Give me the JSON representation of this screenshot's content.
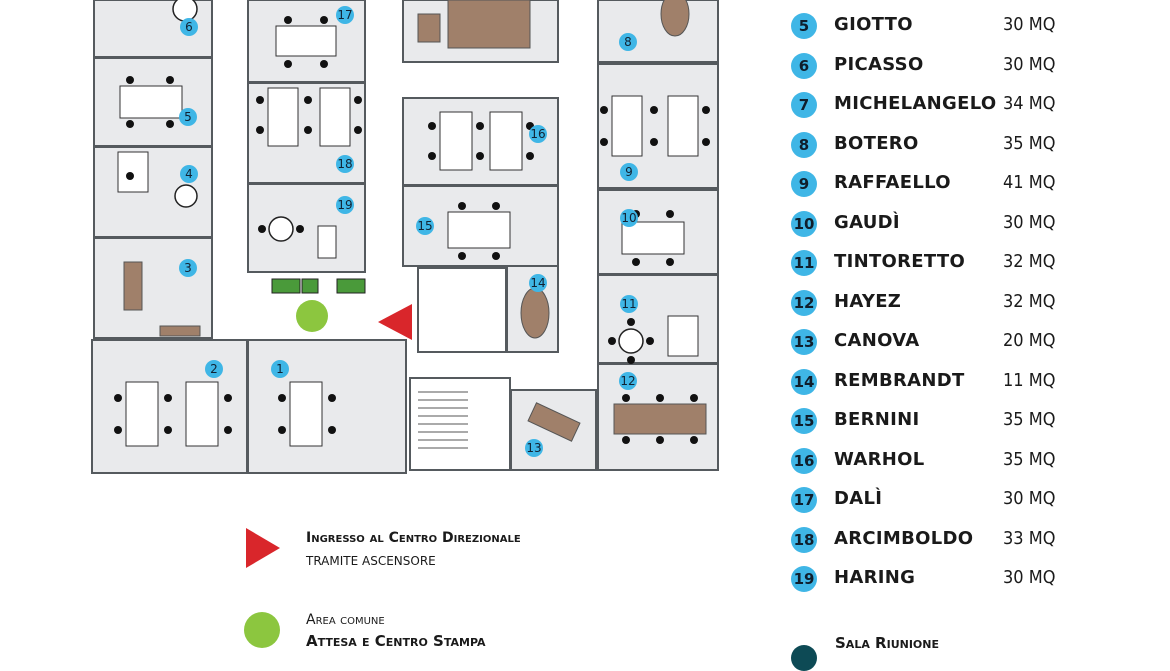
{
  "rooms_legend": [
    {
      "number": "5",
      "name": "GIOTTO",
      "size": "30 MQ"
    },
    {
      "number": "6",
      "name": "PICASSO",
      "size": "30 MQ"
    },
    {
      "number": "7",
      "name": "MICHELANGELO",
      "size": "34 MQ"
    },
    {
      "number": "8",
      "name": "BOTERO",
      "size": "35 MQ"
    },
    {
      "number": "9",
      "name": "RAFFAELLO",
      "size": "41 MQ"
    },
    {
      "number": "10",
      "name": "GAUDÌ",
      "size": "30 MQ"
    },
    {
      "number": "11",
      "name": "TINTORETTO",
      "size": "32 MQ"
    },
    {
      "number": "12",
      "name": "HAYEZ",
      "size": "32 MQ"
    },
    {
      "number": "13",
      "name": "CANOVA",
      "size": "20 MQ"
    },
    {
      "number": "14",
      "name": "REMBRANDT",
      "size": "11 MQ"
    },
    {
      "number": "15",
      "name": "BERNINI",
      "size": "35 MQ"
    },
    {
      "number": "16",
      "name": "WARHOL",
      "size": "35 MQ"
    },
    {
      "number": "17",
      "name": "DALÌ",
      "size": "30 MQ"
    },
    {
      "number": "18",
      "name": "ARCIMBOLDO",
      "size": "33 MQ"
    },
    {
      "number": "19",
      "name": "HARING",
      "size": "30 MQ"
    }
  ],
  "plan_labels": [
    "1",
    "2",
    "3",
    "4",
    "5",
    "6",
    "8",
    "9",
    "10",
    "11",
    "12",
    "13",
    "14",
    "15",
    "16",
    "17",
    "18",
    "19"
  ],
  "key": {
    "entrance": {
      "line1": "Ingresso al Centro Direzionale",
      "line2": "tramite ascensore",
      "color": "#d9262b"
    },
    "common_area": {
      "line1": "Area comune",
      "line2": "Attesa e Centro Stampa",
      "color": "#8cc63f"
    },
    "meeting": {
      "label": "Sala Riunione",
      "color": "#0d4a55"
    }
  },
  "colors": {
    "room_fill": "#e9eaec",
    "wall": "#555a5e",
    "accent_label": "#3fb6e6",
    "wood": "#a0806a"
  }
}
